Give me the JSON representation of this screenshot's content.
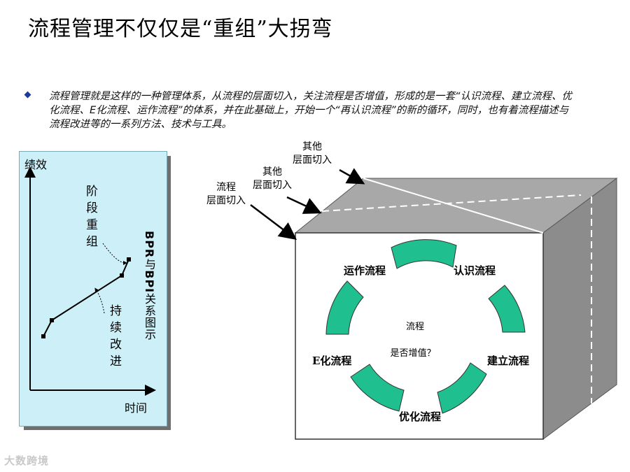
{
  "title": "流程管理不仅仅是“重组”大拐弯",
  "bullet_text": "流程管理就是这样的一种管理体系，从流程的层面切入，关注流程是否增值，形成的是一套“认识流程、建立流程、优化流程、E化流程、运作流程”的体系，并在此基础上，开始一个“再认识流程”的新的循环，同时，也有着流程描述与流程改进等的一系列方法、技术与工具。",
  "left_chart": {
    "y_label": "绩效",
    "x_label": "时间",
    "stage_restructure": "阶段重组",
    "continuous_improve": "持续改进",
    "relation_label_prefix": "BPR",
    "relation_label_mid": "与",
    "relation_label_bpi": "BPI",
    "relation_label_suffix": "关系图示"
  },
  "cube_diagram": {
    "entry_other_top": "其他\n层面切入",
    "entry_other_mid": "其他\n层面切入",
    "entry_process": "流程\n层面切入",
    "center_line1": "流程",
    "center_line2": "是否增值？",
    "steps": {
      "recognize": "认识流程",
      "establish": "建立流程",
      "optimize": "优化流程",
      "e_process": "E化流程",
      "operate": "运作流程"
    },
    "segment_color": "#1fbf8f"
  },
  "watermark": "大数跨境"
}
